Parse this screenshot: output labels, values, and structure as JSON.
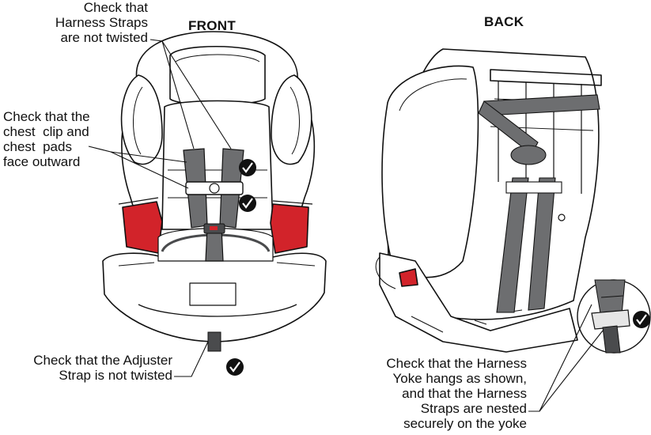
{
  "headings": {
    "front": "FRONT",
    "back": "BACK"
  },
  "callouts": {
    "harness_twist": [
      "Check that",
      "Harness Straps",
      "are not twisted"
    ],
    "chest_clip": [
      "Check that the",
      "chest  clip and",
      "chest  pads",
      "face outward"
    ],
    "adjuster_strap": [
      "Check that the Adjuster",
      "Strap is not twisted"
    ],
    "yoke": [
      "Check that the Harness",
      "Yoke hangs as shown,",
      "and that the Harness",
      "Straps are nested",
      "securely on the yoke"
    ]
  },
  "colors": {
    "line": "#111111",
    "strap": "#6d6e70",
    "strap_dark": "#4a4b4d",
    "armrest": "#d2232a",
    "check_badge": "#111111",
    "white": "#ffffff"
  },
  "icons": [
    "checkmark-icon"
  ]
}
